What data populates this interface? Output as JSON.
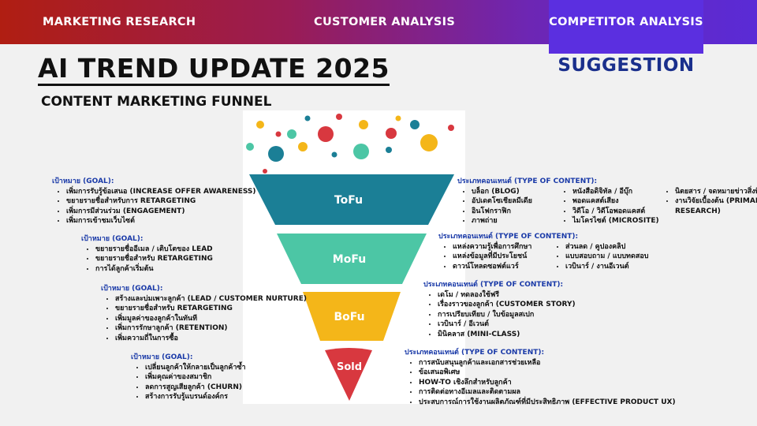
{
  "nav": {
    "items": [
      "MARKETING RESEARCH",
      "CUSTOMER ANALYSIS",
      "COMPETITOR ANALYSIS"
    ],
    "suggestion": "SUGGESTION"
  },
  "title": "AI TREND UPDATE 2025",
  "subtitle": "CONTENT MARKETING FUNNEL",
  "colors": {
    "tofu": "#1b7f96",
    "mofu": "#4cc6a5",
    "bofu": "#f4b619",
    "sold": "#d8383f",
    "goal": "#1a3aa8"
  },
  "funnel": [
    "ToFu",
    "MoFu",
    "BoFu",
    "Sold"
  ],
  "goals": [
    {
      "heading": "เป้าหมาย (GOAL):",
      "items": [
        "เพิ่มการรับรู้ข้อเสนอ (INCREASE OFFER AWARENESS)",
        "ขยายรายชื่อสำหรับการ RETARGETING",
        "เพิ่มการมีส่วนร่วม (ENGAGEMENT)",
        "เพิ่มการเข้าชมเว็บไซต์"
      ]
    },
    {
      "heading": "เป้าหมาย (GOAL):",
      "items": [
        "ขยายรายชื่ออีเมล / เติบโตของ LEAD",
        "ขยายรายชื่อสำหรับ RETARGETING",
        "การได้ลูกค้าเริ่มต้น"
      ]
    },
    {
      "heading": "เป้าหมาย (GOAL):",
      "items": [
        "สร้างและบ่มเพาะลูกค้า (LEAD / CUSTOMER NURTURE)",
        "ขยายรายชื่อสำหรับ RETARGETING",
        "เพิ่มมูลค่าของลูกค้าในทันที",
        "เพิ่มการรักษาลูกค้า (RETENTION)",
        "เพิ่มความถี่ในการซื้อ"
      ]
    },
    {
      "heading": "เป้าหมาย (GOAL):",
      "items": [
        "เปลี่ยนลูกค้าให้กลายเป็นลูกค้าซ้ำ",
        "เพิ่มคุณค่าของสมาชิก",
        "ลดการสูญเสียลูกค้า (CHURN)",
        "สร้างการรับรู้แบรนด์องค์กร"
      ]
    }
  ],
  "content": [
    {
      "heading": "ประเภทคอนเทนต์ (TYPE OF CONTENT):",
      "cols": [
        [
          "บล็อก (BLOG)",
          "อัปเดตโซเชียลมีเดีย",
          "อินโฟกราฟิก",
          "ภาพถ่าย"
        ],
        [
          "หนังสือดิจิทัล / อีบุ๊ก",
          "พอดแคสต์เสียง",
          "วิดีโอ / วิดีโอพอดแคสต์",
          "ไมโครไซต์ (MICROSITE)"
        ],
        [
          "นิตยสาร / จดหมายข่าวสิ่งพิมพ์",
          "งานวิจัยเบื้องต้น (PRIMARY",
          "RESEARCH)"
        ]
      ]
    },
    {
      "heading": "ประเภทคอนเทนต์ (TYPE OF CONTENT):",
      "cols": [
        [
          "แหล่งความรู้เพื่อการศึกษา",
          "แหล่งข้อมูลที่มีประโยชน์",
          "ดาวน์โหลดซอฟต์แวร์"
        ],
        [
          "ส่วนลด / คูปองคลิป",
          "แบบสอบถาม / แบบทดสอบ",
          "เวบินาร์ / งานอีเวนต์"
        ]
      ]
    },
    {
      "heading": "ประเภทคอนเทนต์ (TYPE OF CONTENT):",
      "items": [
        "เดโม / ทดลองใช้ฟรี",
        "เรื่องราวของลูกค้า (CUSTOMER STORY)",
        "การเปรียบเทียบ / ใบข้อมูลสเปก",
        "เวบินาร์ / อีเวนต์",
        "มินิคลาส (MINI-CLASS)"
      ]
    },
    {
      "heading": "ประเภทคอนเทนต์ (TYPE OF CONTENT):",
      "items": [
        "การสนับสนุนลูกค้าและเอกสารช่วยเหลือ",
        "ข้อเสนอพิเศษ",
        "HOW-TO เชิงลึกสำหรับลูกค้า",
        "การติดต่อทางอีเมลและติดตามผล",
        "ประสบการณ์การใช้งานผลิตภัณฑ์ที่มีประสิทธิภาพ (EFFECTIVE PRODUCT UX)"
      ]
    }
  ]
}
